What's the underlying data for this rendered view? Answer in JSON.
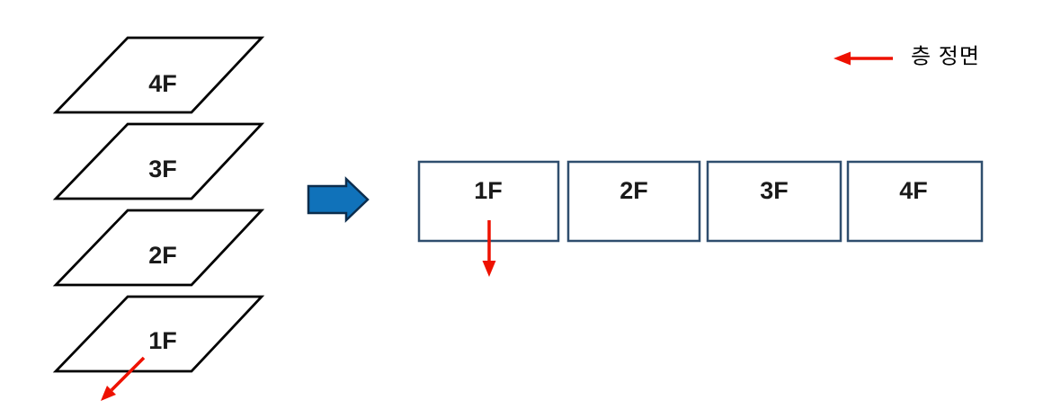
{
  "colors": {
    "red": "#ee1100",
    "blue_fill": "#1072ba",
    "blue_stroke": "#0c2d4d",
    "box_stroke": "#2f4e6e",
    "line": "#000000",
    "text": "#1a1a1a"
  },
  "stack": {
    "floors": [
      {
        "label": "4F"
      },
      {
        "label": "3F"
      },
      {
        "label": "2F"
      },
      {
        "label": "1F"
      }
    ]
  },
  "row": {
    "floors": [
      {
        "label": "1F"
      },
      {
        "label": "2F"
      },
      {
        "label": "3F"
      },
      {
        "label": "4F"
      }
    ]
  },
  "legend": {
    "label": "층 정면"
  }
}
